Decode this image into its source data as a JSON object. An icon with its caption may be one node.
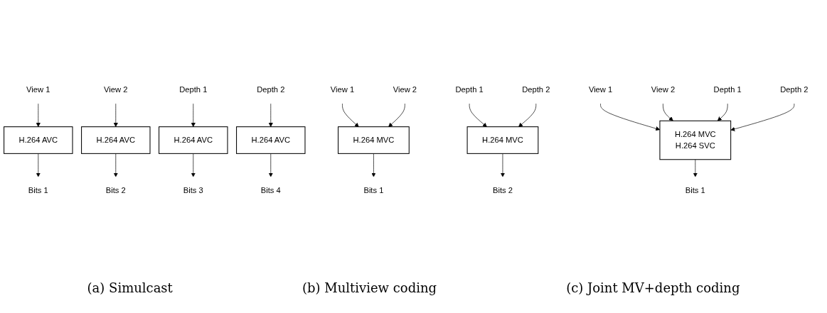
{
  "diagram": {
    "nodes": [
      {
        "text": [
          "View 1"
        ]
      },
      {
        "text": [
          "H.264 AVC"
        ]
      },
      {
        "text": [
          "Bits 1"
        ]
      },
      {
        "text": [
          "View 2"
        ]
      },
      {
        "text": [
          "H.264 AVC"
        ]
      },
      {
        "text": [
          "Bits 2"
        ]
      },
      {
        "text": [
          "Depth 1"
        ]
      },
      {
        "text": [
          "H.264 AVC"
        ]
      },
      {
        "text": [
          "Bits 3"
        ]
      },
      {
        "text": [
          "Depth 2"
        ]
      },
      {
        "text": [
          "H.264 AVC"
        ]
      },
      {
        "text": [
          "Bits 4"
        ]
      },
      {
        "text": [
          "View 1"
        ]
      },
      {
        "text": [
          "View 2"
        ]
      },
      {
        "text": [
          "H.264 MVC"
        ]
      },
      {
        "text": [
          "Bits 1"
        ]
      },
      {
        "text": [
          "Depth 1"
        ]
      },
      {
        "text": [
          "Depth 2"
        ]
      },
      {
        "text": [
          "H.264 MVC"
        ]
      },
      {
        "text": [
          "Bits 2"
        ]
      },
      {
        "text": [
          "View 1"
        ]
      },
      {
        "text": [
          "View 2"
        ]
      },
      {
        "text": [
          "Depth 1"
        ]
      },
      {
        "text": [
          "Depth 2"
        ]
      },
      {
        "text": [
          "H.264 MVC",
          "H.264 SVC"
        ]
      },
      {
        "text": [
          "Bits 1"
        ]
      }
    ],
    "edges": [
      {
        "from": 0,
        "to": 1,
        "arrow": "to"
      },
      {
        "from": 1,
        "to": 2,
        "arrow": "to"
      },
      {
        "from": 3,
        "to": 4,
        "arrow": "to"
      },
      {
        "from": 4,
        "to": 5,
        "arrow": "to"
      },
      {
        "from": 6,
        "to": 7,
        "arrow": "to"
      },
      {
        "from": 7,
        "to": 8,
        "arrow": "to"
      },
      {
        "from": 9,
        "to": 10,
        "arrow": "to"
      },
      {
        "from": 10,
        "to": 11,
        "arrow": "to"
      },
      {
        "from": 12,
        "to": 14,
        "arrow": "to"
      },
      {
        "from": 13,
        "to": 14,
        "arrow": "to"
      },
      {
        "from": 14,
        "to": 15,
        "arrow": "to"
      },
      {
        "from": 16,
        "to": 18,
        "arrow": "to"
      },
      {
        "from": 17,
        "to": 18,
        "arrow": "to"
      },
      {
        "from": 18,
        "to": 19,
        "arrow": "to"
      },
      {
        "from": 20,
        "to": 24,
        "arrow": "to"
      },
      {
        "from": 21,
        "to": 24,
        "arrow": "to"
      },
      {
        "from": 22,
        "to": 24,
        "arrow": "to"
      },
      {
        "from": 23,
        "to": 24,
        "arrow": "to"
      },
      {
        "from": 24,
        "to": 25,
        "arrow": "to"
      }
    ],
    "labels": [
      "(a) Simulcast",
      "(b) Multiview coding",
      "(c) Joint MV+depth coding"
    ]
  }
}
